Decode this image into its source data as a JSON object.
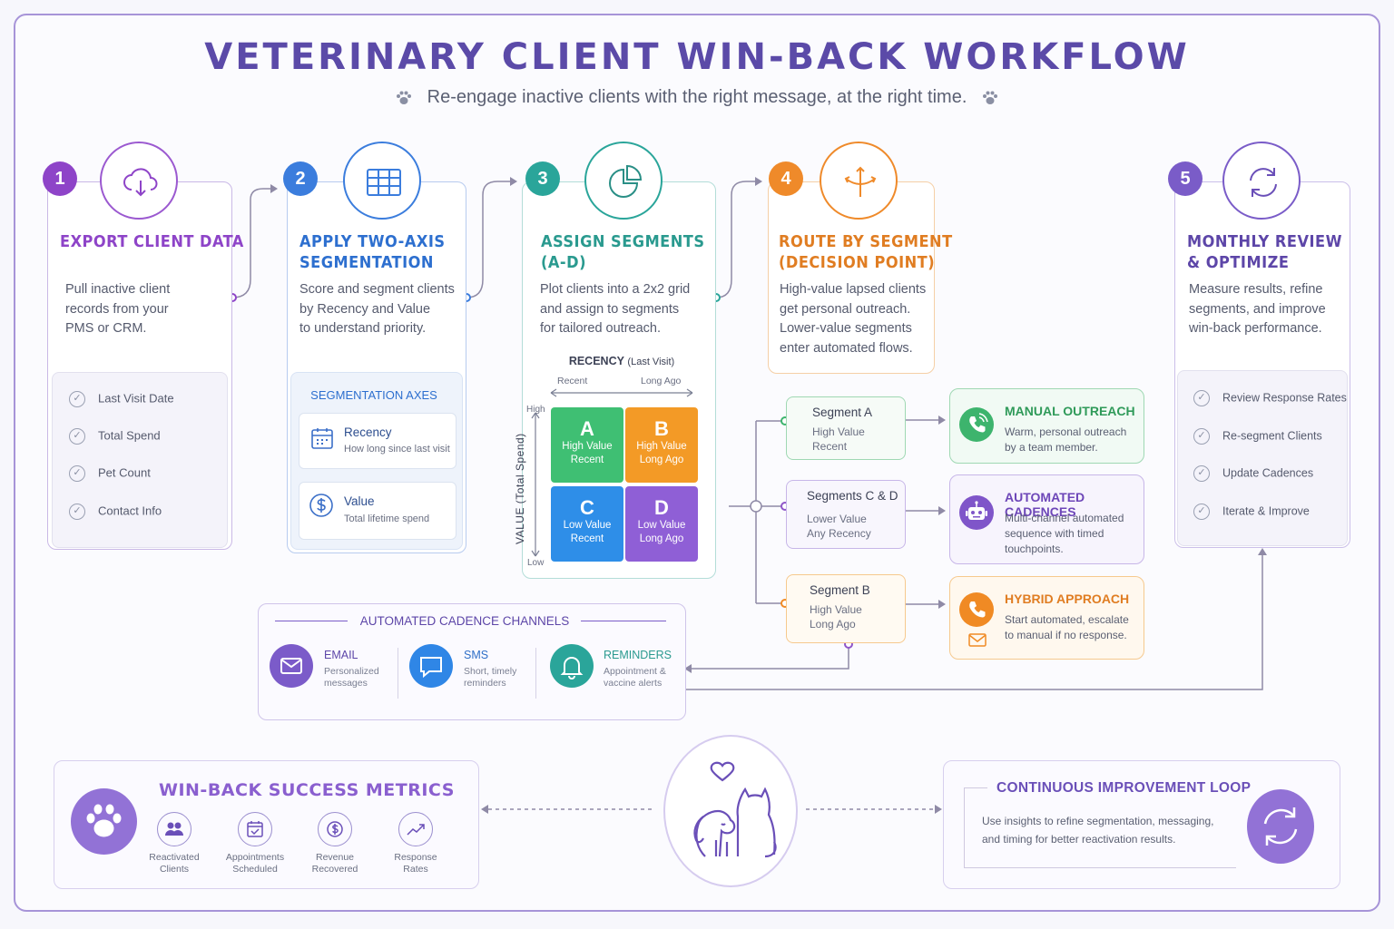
{
  "header": {
    "title": "VETERINARY CLIENT WIN-BACK WORKFLOW",
    "subtitle": "Re-engage inactive clients with the right message, at the right time."
  },
  "steps": [
    {
      "num": "1",
      "title_l1": "EXPORT CLIENT DATA",
      "title_l2": "",
      "desc": [
        "Pull inactive client",
        "records from your",
        "PMS or CRM."
      ],
      "color": "#8e44c8"
    },
    {
      "num": "2",
      "title_l1": "APPLY TWO-AXIS",
      "title_l2": "SEGMENTATION",
      "desc": [
        "Score and segment clients",
        "by Recency and Value",
        "to understand priority."
      ],
      "color": "#3b7ddd"
    },
    {
      "num": "3",
      "title_l1": "ASSIGN SEGMENTS",
      "title_l2": "(A-D)",
      "desc": [
        "Plot clients into a 2x2 grid",
        "and assign to segments",
        "for tailored outreach."
      ],
      "color": "#2aa59a"
    },
    {
      "num": "4",
      "title_l1": "ROUTE BY SEGMENT",
      "title_l2": "(DECISION POINT)",
      "desc": [
        "High-value lapsed clients",
        "get personal outreach.",
        "Lower-value segments",
        "enter automated flows."
      ],
      "color": "#ef8a2a"
    },
    {
      "num": "5",
      "title_l1": "MONTHLY REVIEW",
      "title_l2": "& OPTIMIZE",
      "desc": [
        "Measure results, refine",
        "segments, and improve",
        "win-back performance."
      ],
      "color": "#7a5cc8"
    }
  ],
  "step1_checklist": [
    "Last Visit Date",
    "Total Spend",
    "Pet Count",
    "Contact Info"
  ],
  "step2_axes": {
    "heading": "SEGMENTATION AXES",
    "items": [
      {
        "label": "Recency",
        "desc": "How long since last visit"
      },
      {
        "label": "Value",
        "desc": "Total lifetime spend"
      }
    ]
  },
  "grid": {
    "x_axis": "RECENCY",
    "x_axis_note": "(Last Visit)",
    "x_left": "Recent",
    "x_right": "Long Ago",
    "y_axis": "VALUE (Total Spend)",
    "y_top": "High",
    "y_bottom": "Low",
    "cells": [
      {
        "letter": "A",
        "l1": "High Value",
        "l2": "Recent",
        "color": "#3fbf73"
      },
      {
        "letter": "B",
        "l1": "High Value",
        "l2": "Long Ago",
        "color": "#f39a26"
      },
      {
        "letter": "C",
        "l1": "Low Value",
        "l2": "Recent",
        "color": "#2e8ee8"
      },
      {
        "letter": "D",
        "l1": "Low Value",
        "l2": "Long Ago",
        "color": "#8f5fd6"
      }
    ]
  },
  "segments": [
    {
      "title": "Segment A",
      "d1": "High Value",
      "d2": "Recent"
    },
    {
      "title": "Segments C & D",
      "d1": "Lower Value",
      "d2": "Any Recency"
    },
    {
      "title": "Segment B",
      "d1": "High Value",
      "d2": "Long Ago"
    }
  ],
  "routes": [
    {
      "title": "MANUAL OUTREACH",
      "desc": "Warm, personal outreach by a team member.",
      "icon": "phone-icon",
      "color": "#3db46d"
    },
    {
      "title": "AUTOMATED CADENCES",
      "desc": "Multi-channel automated sequence with timed touchpoints.",
      "icon": "robot-icon",
      "color": "#7f55c9"
    },
    {
      "title": "HYBRID APPROACH",
      "desc": "Start automated, escalate to manual if no response.",
      "icon": "phone-email-icon",
      "color": "#f08a24"
    }
  ],
  "step5_checklist": [
    "Review Response Rates",
    "Re-segment Clients",
    "Update Cadences",
    "Iterate & Improve"
  ],
  "channels": {
    "heading": "AUTOMATED CADENCE CHANNELS",
    "items": [
      {
        "label": "EMAIL",
        "desc_l1": "Personalized",
        "desc_l2": "messages",
        "color": "#7b5bc9"
      },
      {
        "label": "SMS",
        "desc_l1": "Short, timely",
        "desc_l2": "reminders",
        "color": "#2f86e6"
      },
      {
        "label": "REMINDERS",
        "desc_l1": "Appointment &",
        "desc_l2": "vaccine alerts",
        "color": "#2aa59a"
      }
    ]
  },
  "metrics": {
    "heading": "WIN-BACK SUCCESS METRICS",
    "items": [
      {
        "l1": "Reactivated",
        "l2": "Clients",
        "icon": "users-icon"
      },
      {
        "l1": "Appointments",
        "l2": "Scheduled",
        "icon": "calendar-icon"
      },
      {
        "l1": "Revenue",
        "l2": "Recovered",
        "icon": "dollar-icon"
      },
      {
        "l1": "Response",
        "l2": "Rates",
        "icon": "trend-icon"
      }
    ]
  },
  "loop": {
    "heading": "CONTINUOUS IMPROVEMENT LOOP",
    "l1": "Use insights to refine segmentation, messaging,",
    "l2": "and timing for better reactivation results."
  }
}
